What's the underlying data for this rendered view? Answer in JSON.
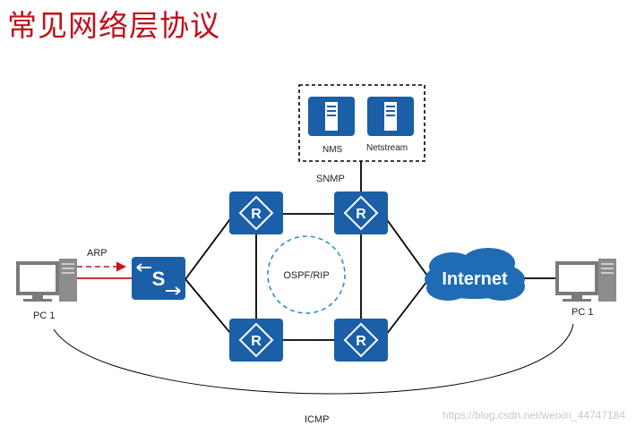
{
  "title": "常见网络层协议",
  "nodes": {
    "pc_left": "PC 1",
    "pc_right": "PC 1",
    "nms": "NMS",
    "netstream": "Netstream",
    "internet": "Internet",
    "switch_glyph": "S",
    "router_glyph": "R"
  },
  "protocols": {
    "arp": "ARP",
    "snmp": "SNMP",
    "ospf": "OSPF/RIP",
    "icmp": "ICMP"
  },
  "watermark": "https://blog.csdn.net/weixin_44747184",
  "colors": {
    "title": "#c0101a",
    "device_blue": "#1a5fa8",
    "internet_blue": "#1f6cb5",
    "arp_arrow": "#c4161c",
    "ospf_ring": "#2a8fd0",
    "line": "#000000"
  }
}
